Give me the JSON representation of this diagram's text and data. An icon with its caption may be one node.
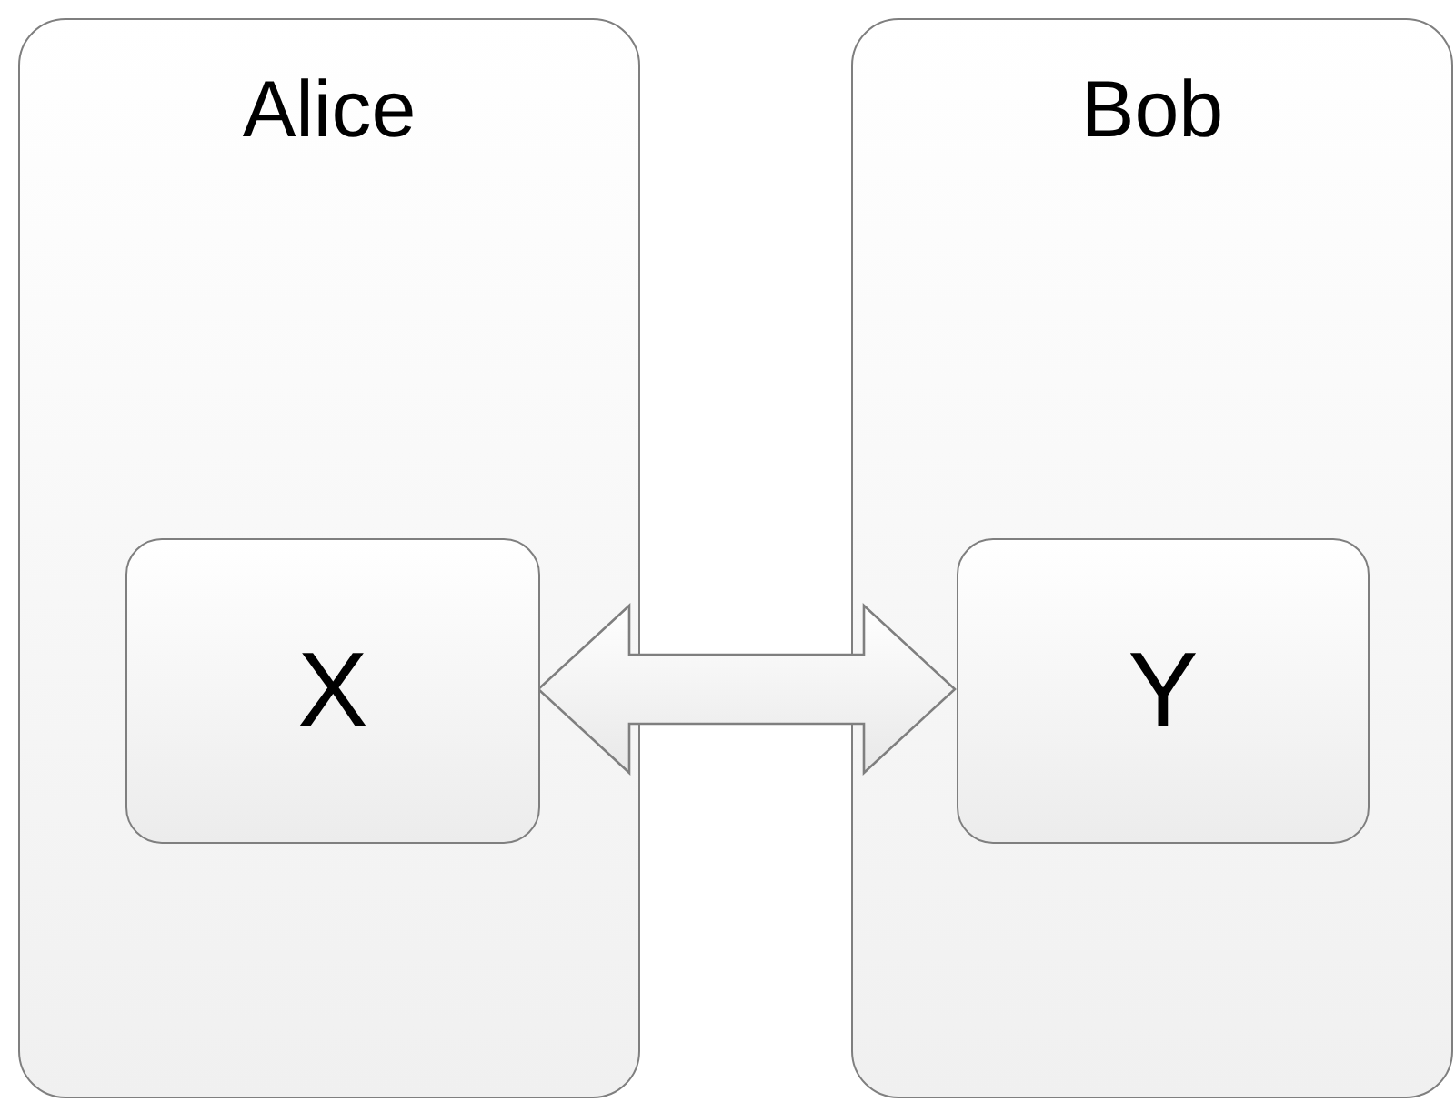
{
  "diagram": {
    "nodes": [
      {
        "text": [
          "Alice"
        ]
      },
      {
        "text": [
          "Bob"
        ]
      },
      {
        "text": [
          "X"
        ],
        "in": 0
      },
      {
        "text": [
          "Y"
        ],
        "in": 1
      }
    ],
    "edges": [
      {
        "from": 2,
        "to": 3,
        "arrow": "both"
      }
    ]
  }
}
